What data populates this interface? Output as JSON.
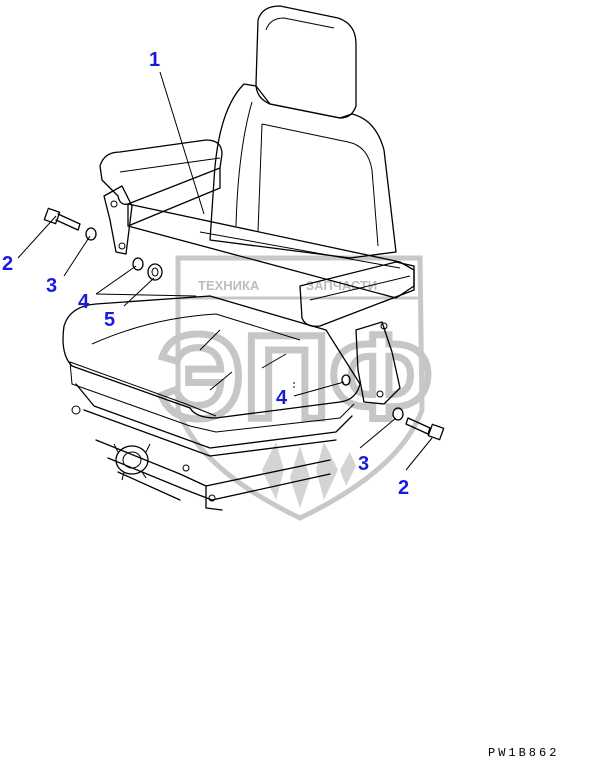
{
  "watermark": {
    "title_left": "ТЕХНИКА",
    "title_right": "ЗАПЧАСТИ",
    "letters": "ЭПФ"
  },
  "callouts": [
    {
      "id": "c1",
      "label": "1"
    },
    {
      "id": "c2a",
      "label": "2"
    },
    {
      "id": "c3a",
      "label": "3"
    },
    {
      "id": "c4a",
      "label": "4"
    },
    {
      "id": "c5",
      "label": "5"
    },
    {
      "id": "c4b",
      "label": "4"
    },
    {
      "id": "c3b",
      "label": "3"
    },
    {
      "id": "c2b",
      "label": "2"
    }
  ],
  "figure_code": "PW1B862"
}
